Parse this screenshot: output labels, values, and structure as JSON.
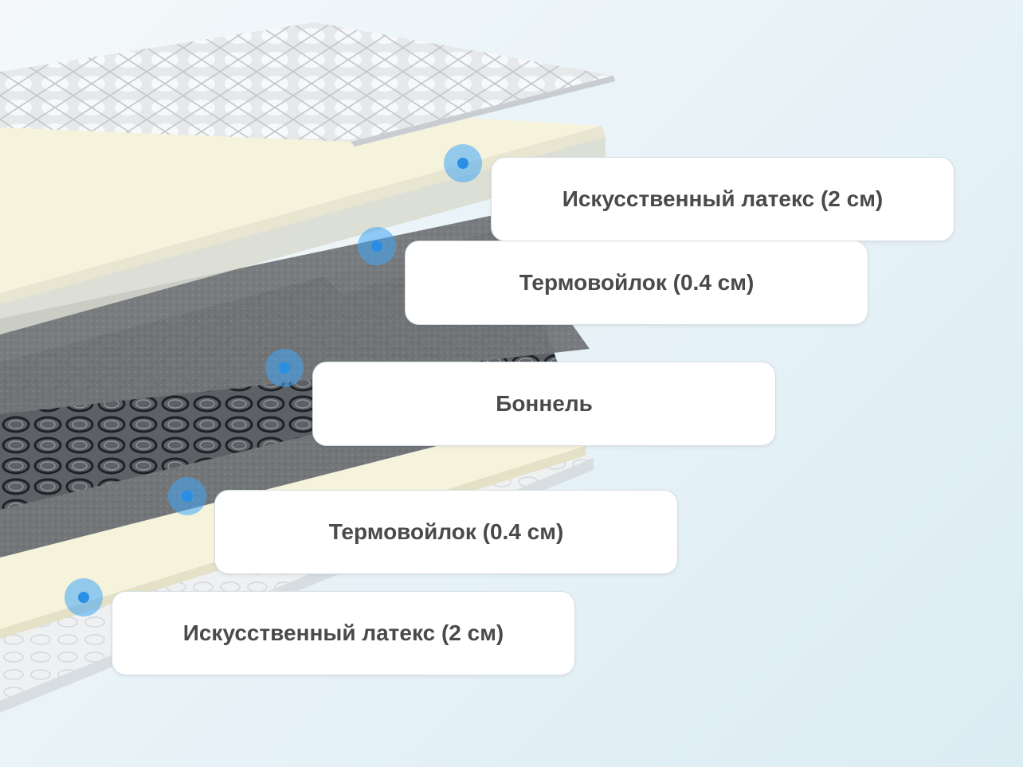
{
  "layers": [
    {
      "label": "Искусственный латекс (2 см)",
      "icon": "info-dot-icon"
    },
    {
      "label": "Термовойлок (0.4 см)",
      "icon": "info-dot-icon"
    },
    {
      "label": "Боннель",
      "icon": "info-dot-icon"
    },
    {
      "label": "Термовойлок (0.4 см)",
      "icon": "info-dot-icon"
    },
    {
      "label": "Искусственный латекс (2 см)",
      "icon": "info-dot-icon"
    }
  ],
  "colors": {
    "label_text": "#4a4a4a",
    "marker": "#2a8fe4",
    "latex": "#f6f3dc",
    "felt": "#6f7377",
    "springs": "#3a3d40",
    "cover": "#e9ecef"
  }
}
